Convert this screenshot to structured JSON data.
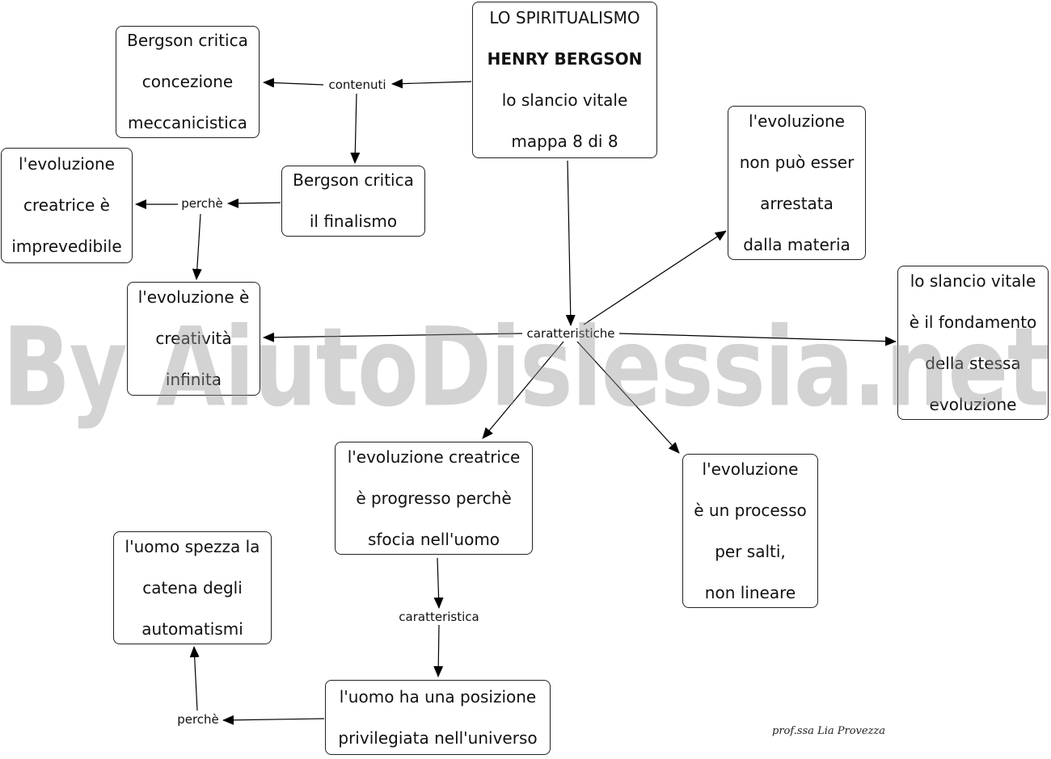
{
  "nodes": {
    "main": [
      "LO SPIRITUALISMO",
      "HENRY BERGSON",
      "lo slancio vitale",
      "mappa 8 di 8"
    ],
    "meccanicistica": [
      "Bergson critica",
      "concezione",
      "meccanicistica"
    ],
    "finalismo": [
      "Bergson critica",
      "il finalismo"
    ],
    "imprevedibile": [
      "l'evoluzione",
      "creatrice è",
      "imprevedibile"
    ],
    "creativita": [
      "l'evoluzione è",
      "creatività",
      "infinita"
    ],
    "materia": [
      "l'evoluzione",
      "non può esser",
      "arrestata",
      "dalla materia"
    ],
    "fondamento": [
      "lo slancio vitale",
      "è il fondamento",
      "della stessa",
      "evoluzione"
    ],
    "progresso": [
      "l'evoluzione creatrice",
      "è progresso perchè",
      "sfocia nell'uomo"
    ],
    "salti": [
      "l'evoluzione",
      "è un processo",
      "per salti,",
      "non lineare"
    ],
    "automatismi": [
      "l'uomo spezza la",
      "catena degli",
      "automatismi"
    ],
    "posizione": [
      "l'uomo ha una posizione",
      "privilegiata nell'universo"
    ]
  },
  "links": {
    "contenuti": "contenuti",
    "perche_1": "perchè",
    "caratteristiche": "caratteristiche",
    "caratteristica": "caratteristica",
    "perche_2": "perchè"
  },
  "watermark": "By AiutoDislessia.net",
  "signature": "prof.ssa Lia Provezza",
  "colors": {
    "border": "#222222",
    "watermark": "#969696"
  }
}
